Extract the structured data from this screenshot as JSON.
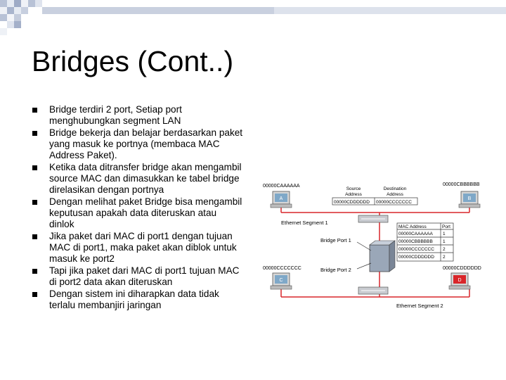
{
  "slide": {
    "title": "Bridges (Cont..)",
    "bullets": [
      "Bridge terdiri 2 port, Setiap port menghubungkan segment LAN",
      "Bridge bekerja dan belajar berdasarkan paket yang masuk ke portnya (membaca MAC Address Paket).",
      "Ketika data ditransfer bridge akan mengambil source MAC dan dimasukkan ke tabel bridge direlasikan dengan portnya",
      "Dengan melihat paket Bridge bisa mengambil keputusan apakah data diteruskan atau dinlok",
      "Jika paket dari MAC di port1 dengan tujuan MAC di port1, maka paket akan diblok untuk masuk ke port2",
      "Tapi jika paket dari MAC di port1 tujuan MAC di port2 data akan diteruskan",
      "Dengan sistem ini diharapkan data tidak terlalu membanjiri jaringan"
    ]
  },
  "diagram": {
    "mac_a": "00000CAAAAAA",
    "mac_b": "00000CBBBBBB",
    "mac_c": "00000CCCCCCC",
    "mac_d": "00000CDDDDDD",
    "pc_a": "A",
    "pc_b": "B",
    "pc_c": "C",
    "pc_d": "D",
    "source_label_1": "Source",
    "source_label_2": "Address",
    "dest_label_1": "Destination",
    "dest_label_2": "Address",
    "frame_src": "00000CDDDDDD",
    "frame_dst": "00000CCCCCCC",
    "segment1": "Ethernet Segment 1",
    "segment2": "Ethernet Segment 2",
    "bridge_port1": "Bridge Port 1",
    "bridge_port2": "Bridge Port 2",
    "table_header_mac": "MAC Address",
    "table_header_port": "Port",
    "table_rows": [
      {
        "mac": "00000CAAAAAA",
        "port": "1"
      },
      {
        "mac": "00000CBBBBBB",
        "port": "1"
      },
      {
        "mac": "00000CCCCCCC",
        "port": "2"
      },
      {
        "mac": "00000CDDDDDD",
        "port": "2"
      }
    ],
    "colors": {
      "segment_line": "#d9262a",
      "pc_d_screen": "#d9262a",
      "pc_screen": "#7fa8c8"
    }
  }
}
